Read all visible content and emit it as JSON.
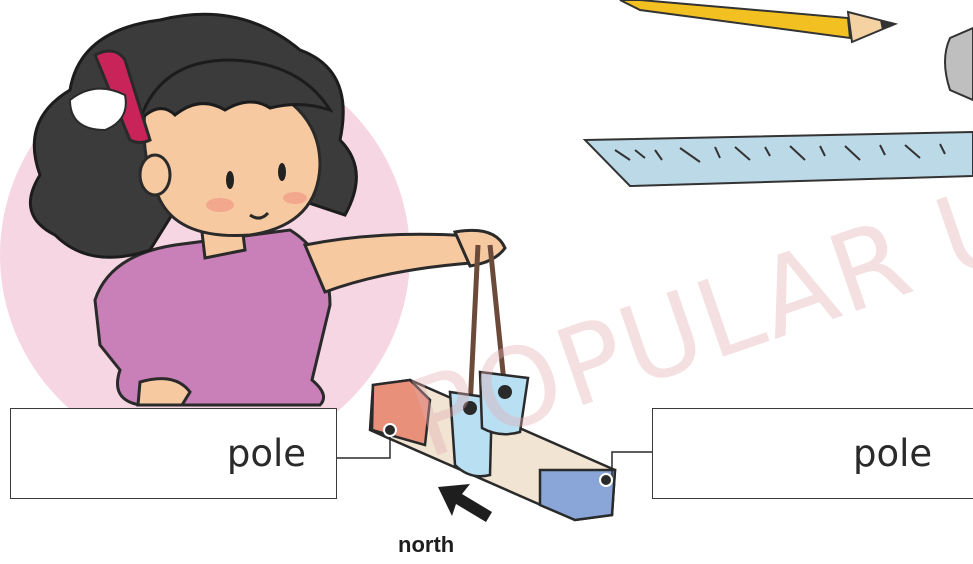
{
  "labels": {
    "left_pole": "pole",
    "right_pole": "pole",
    "direction": "north"
  },
  "watermark": "POPULAR USA",
  "colors": {
    "shirt": "#c97fb8",
    "hair": "#3b3b3b",
    "background_circle": "#f6d6e2",
    "magnet_red": "#e8907a",
    "magnet_blue": "#8aa6d8",
    "pencil": "#f3c021",
    "ruler": "#bcd9e8"
  },
  "icons": [
    "girl-illustration",
    "bar-magnet",
    "pencil-icon",
    "ruler-icon",
    "eraser-icon",
    "arrow-icon"
  ]
}
